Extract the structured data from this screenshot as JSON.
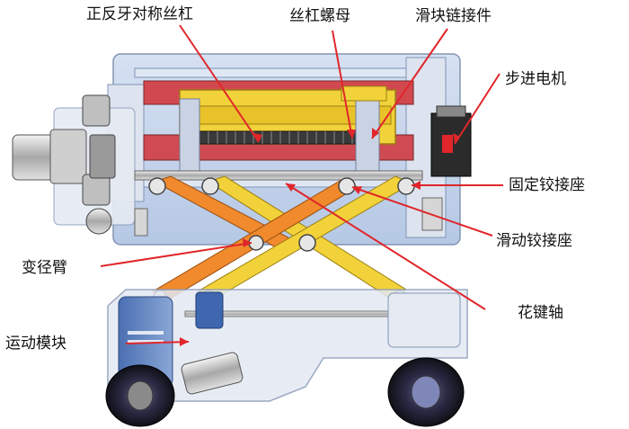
{
  "labels": {
    "screw": "正反牙对称丝杠",
    "nut": "丝杠螺母",
    "slider_link": "滑块链接件",
    "stepper": "步进电机",
    "fixed_hinge": "固定铰接座",
    "slide_hinge": "滑动铰接座",
    "spline_shaft": "花键轴",
    "arm": "变径臂",
    "motion_module": "运动模块"
  },
  "colors": {
    "leader": "#e0262b",
    "arm_orange": "#f08a2c",
    "arm_yellow": "#f2d23a",
    "frame_blue": "#b8cbe6",
    "module_blue": "#5b7fbf",
    "wheel_dark": "#1f1f2e",
    "rail_red": "#cf4a52"
  }
}
